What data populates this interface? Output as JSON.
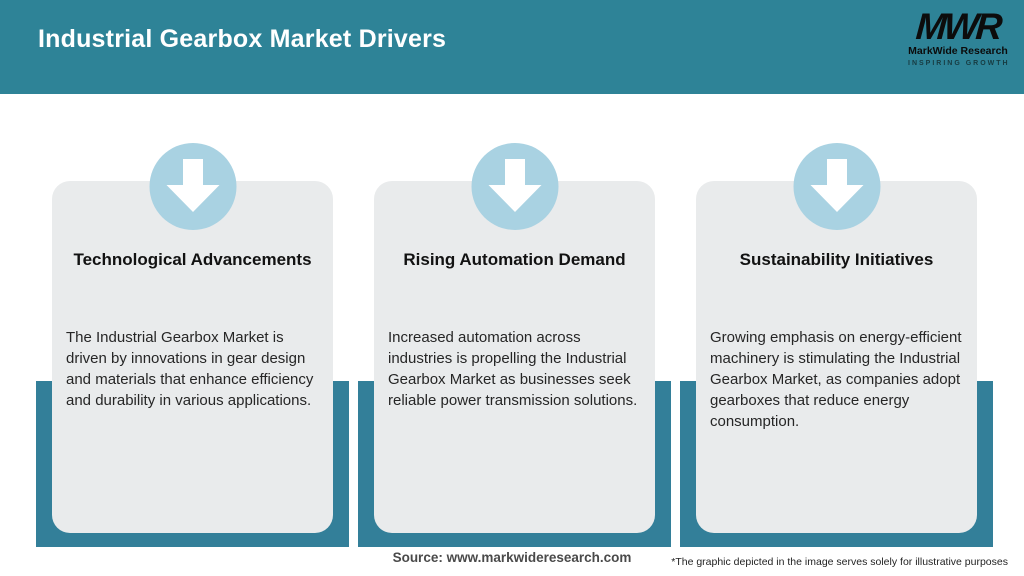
{
  "header": {
    "title": "Industrial Gearbox Market Drivers",
    "logo": {
      "acronym": "MWR",
      "name": "MarkWide Research",
      "tagline": "INSPIRING GROWTH"
    }
  },
  "cards": [
    {
      "icon": "down-arrow-icon",
      "title": "Technological Advancements",
      "description": "The Industrial Gearbox Market is driven by innovations in gear design and materials that enhance efficiency and durability in various applications."
    },
    {
      "icon": "down-arrow-icon",
      "title": "Rising Automation Demand",
      "description": "Increased automation across industries is propelling the Industrial Gearbox Market as businesses seek reliable power transmission solutions."
    },
    {
      "icon": "down-arrow-icon",
      "title": "Sustainability Initiatives",
      "description": "Growing emphasis on energy-efficient machinery is stimulating the Industrial Gearbox Market, as companies adopt gearboxes that reduce energy consumption."
    }
  ],
  "footer": {
    "source": "Source: www.markwideresearch.com",
    "disclaimer": "*The graphic depicted in the image serves solely for illustrative purposes"
  },
  "colors": {
    "header_teal": "#2E8397",
    "frame_teal": "#337F99",
    "circle_blue": "#A9D2E2",
    "card_gray": "#E9EBEC"
  }
}
